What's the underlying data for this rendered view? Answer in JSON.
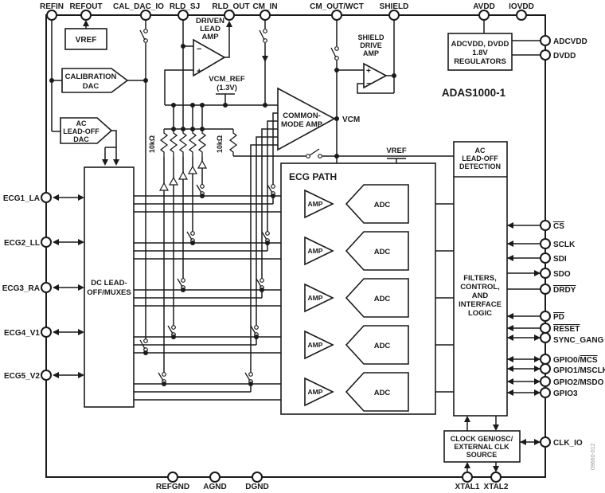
{
  "figure": {
    "part_number": "ADAS1000-1",
    "figure_number": "09660-012"
  },
  "pins": {
    "top": [
      {
        "label": "REFIN"
      },
      {
        "label": "REFOUT"
      },
      {
        "label": "CAL_DAC_IO"
      },
      {
        "label": "RLD_SJ"
      },
      {
        "label": "RLD_OUT"
      },
      {
        "label": "CM_IN"
      },
      {
        "label": "CM_OUT/WCT"
      },
      {
        "label": "SHIELD"
      },
      {
        "label": "AVDD"
      },
      {
        "label": "IOVDD"
      }
    ],
    "left": [
      {
        "label": "ECG1_LA"
      },
      {
        "label": "ECG2_LL"
      },
      {
        "label": "ECG3_RA"
      },
      {
        "label": "ECG4_V1"
      },
      {
        "label": "ECG5_V2"
      }
    ],
    "right": [
      {
        "pre": "ADCVDD",
        "over": ""
      },
      {
        "pre": "DVDD",
        "over": ""
      },
      {
        "pre": "",
        "over": "CS"
      },
      {
        "pre": "SCLK",
        "over": ""
      },
      {
        "pre": "SDI",
        "over": ""
      },
      {
        "pre": "SDO",
        "over": ""
      },
      {
        "pre": "",
        "over": "DRDY"
      },
      {
        "pre": "",
        "over": "PD"
      },
      {
        "pre": "",
        "over": "RESET"
      },
      {
        "pre": "SYNC_GANG",
        "over": ""
      },
      {
        "pre": "GPIO0/",
        "over": "MCS"
      },
      {
        "pre": "GPIO1/MSCLK",
        "over": ""
      },
      {
        "pre": "GPIO2/MSDO",
        "over": ""
      },
      {
        "pre": "GPIO3",
        "over": ""
      },
      {
        "pre": "CLK_IO",
        "over": ""
      }
    ],
    "bottom": [
      {
        "label": "REFGND"
      },
      {
        "label": "AGND"
      },
      {
        "label": "DGND"
      },
      {
        "label": "XTAL1"
      },
      {
        "label": "XTAL2"
      }
    ]
  },
  "blocks": {
    "vref_box": "VREF",
    "cal_dac": [
      "CALIBRATION",
      "DAC"
    ],
    "ac_dac": [
      "AC",
      "LEAD-OFF",
      "DAC"
    ],
    "mux": [
      "DC LEAD-",
      "OFF/MUXES"
    ],
    "driven_lead_amp": [
      "DRIVEN",
      "LEAD",
      "AMP"
    ],
    "shield_drive_amp": [
      "SHIELD",
      "DRIVE",
      "AMP"
    ],
    "cm_amp": [
      "COMMON-",
      "MODE AMP"
    ],
    "regulators": [
      "ADCVDD, DVDD",
      "1.8V",
      "REGULATORS"
    ],
    "ecg_path": "ECG PATH",
    "ac_leadoff_detection": [
      "AC",
      "LEAD-OFF",
      "DETECTION"
    ],
    "filters": [
      "FILTERS,",
      "CONTROL,",
      "AND",
      "INTERFACE",
      "LOGIC"
    ],
    "clock": [
      "CLOCK GEN/OSC/",
      "EXTERNAL CLK",
      "SOURCE"
    ]
  },
  "labels": {
    "vcm_ref": "VCM_REF",
    "vcm_ref_val": "(1.3V)",
    "vcm": "VCM",
    "vref": "VREF",
    "amp": "AMP",
    "adc": "ADC",
    "r_left": "10kΩ",
    "r_right": "10kΩ",
    "plus": "+",
    "minus": "−"
  },
  "colors": {
    "line": "#1a1a1a",
    "background": "#ffffff"
  }
}
